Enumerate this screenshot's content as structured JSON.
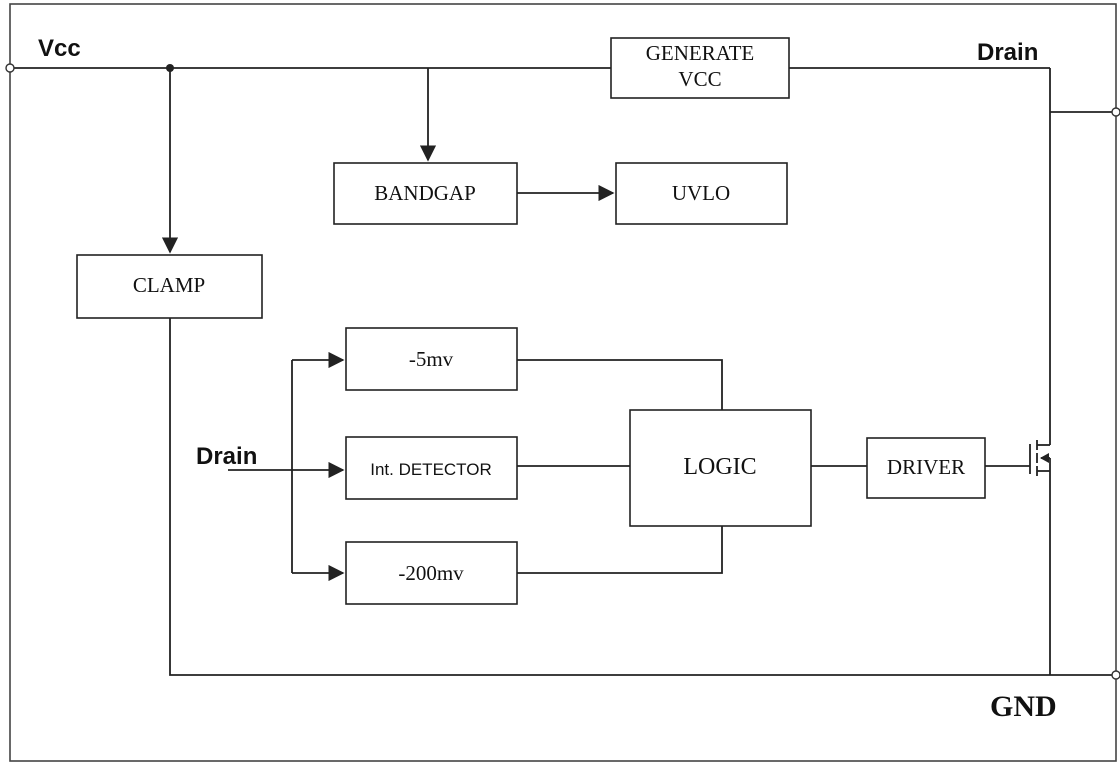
{
  "diagram": {
    "pins": {
      "vcc": "Vcc",
      "drain_top": "Drain",
      "drain_input": "Drain",
      "gnd": "GND"
    },
    "blocks": {
      "generate_vcc": [
        "GENERATE",
        "VCC"
      ],
      "bandgap": "BANDGAP",
      "uvlo": "UVLO",
      "clamp": "CLAMP",
      "neg5mv": "-5mv",
      "int_detector": "Int. DETECTOR",
      "logic": "LOGIC",
      "neg200mv": "-200mv",
      "driver": "DRIVER"
    }
  }
}
